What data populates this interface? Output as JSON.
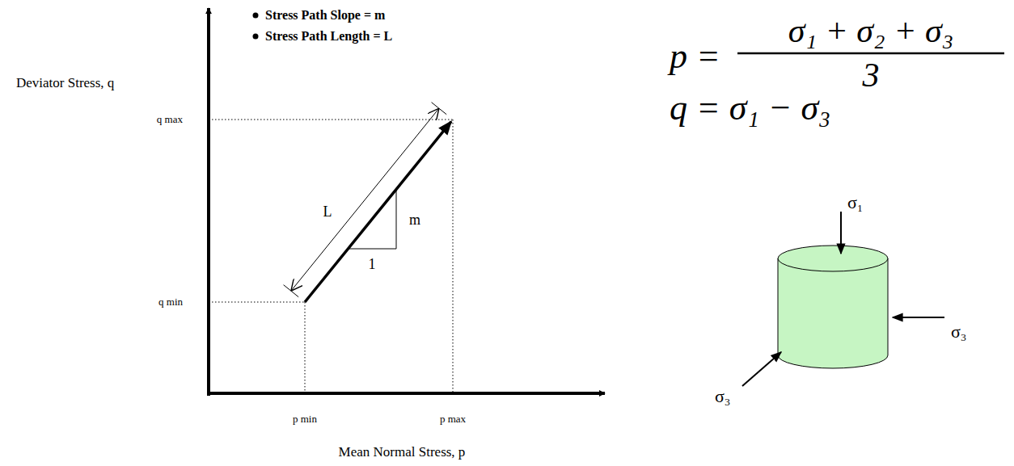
{
  "diagram": {
    "labels": [
      "Stress Path Slope = m",
      "Stress Path Length = L",
      "Deviator Stress, q",
      "q max",
      "q min",
      "L",
      "m",
      "1",
      "p min",
      "p max",
      "Mean Normal Stress, p",
      "p =",
      "σ₁ + σ₂ + σ₃",
      "3",
      "q = σ₁ − σ₃",
      "σ₁",
      "σ₃",
      "σ₃"
    ]
  }
}
